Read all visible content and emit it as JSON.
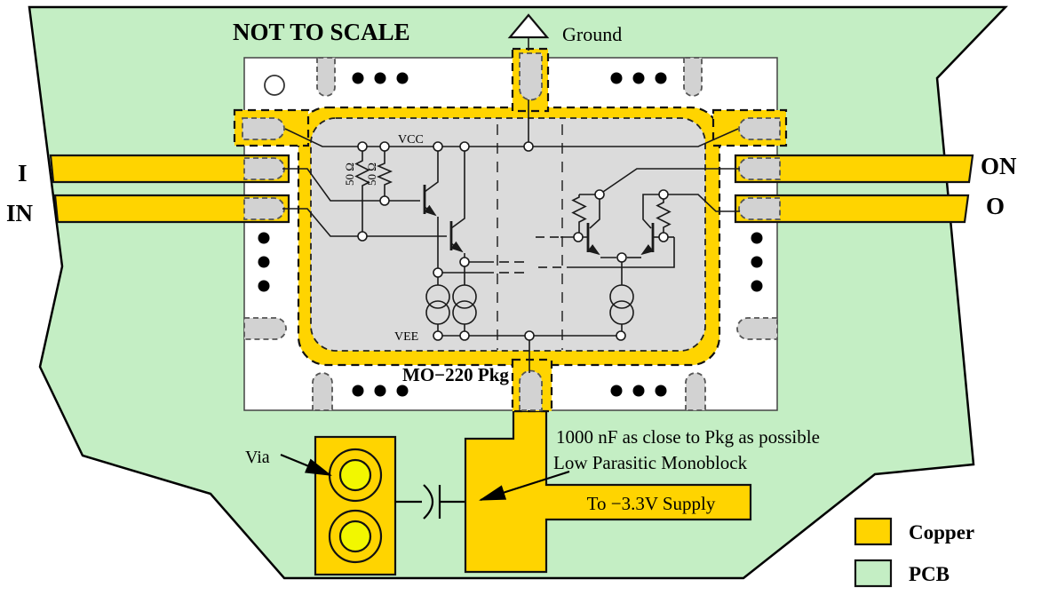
{
  "diagram": {
    "title": "NOT TO SCALE",
    "ground_label": "Ground",
    "package_label": "MO−220 Pkg",
    "via_label": "Via",
    "cap_note_line1": "1000 nF as close to Pkg as possible",
    "cap_note_line2": "Low Parasitic Monoblock",
    "supply_label": "To −3.3V Supply",
    "pins": {
      "in_pos": "I",
      "in_neg": "IN",
      "out_pos": "ON",
      "out_neg": "O"
    },
    "schematic": {
      "vcc": "VCC",
      "vee": "VEE",
      "r_term_1": "50 Ω",
      "r_term_2": "50 Ω"
    }
  },
  "legend": {
    "items": [
      {
        "label": "Copper",
        "color": "#FFD400"
      },
      {
        "label": "PCB",
        "color": "#C4EEC4"
      }
    ]
  },
  "colors": {
    "copper": "#FFD400",
    "pcb": "#C4EEC4",
    "via_inner": "#F2F700",
    "die": "#DBDBDB",
    "pad": "#D2D2D2",
    "warning_text": "#E60000"
  }
}
